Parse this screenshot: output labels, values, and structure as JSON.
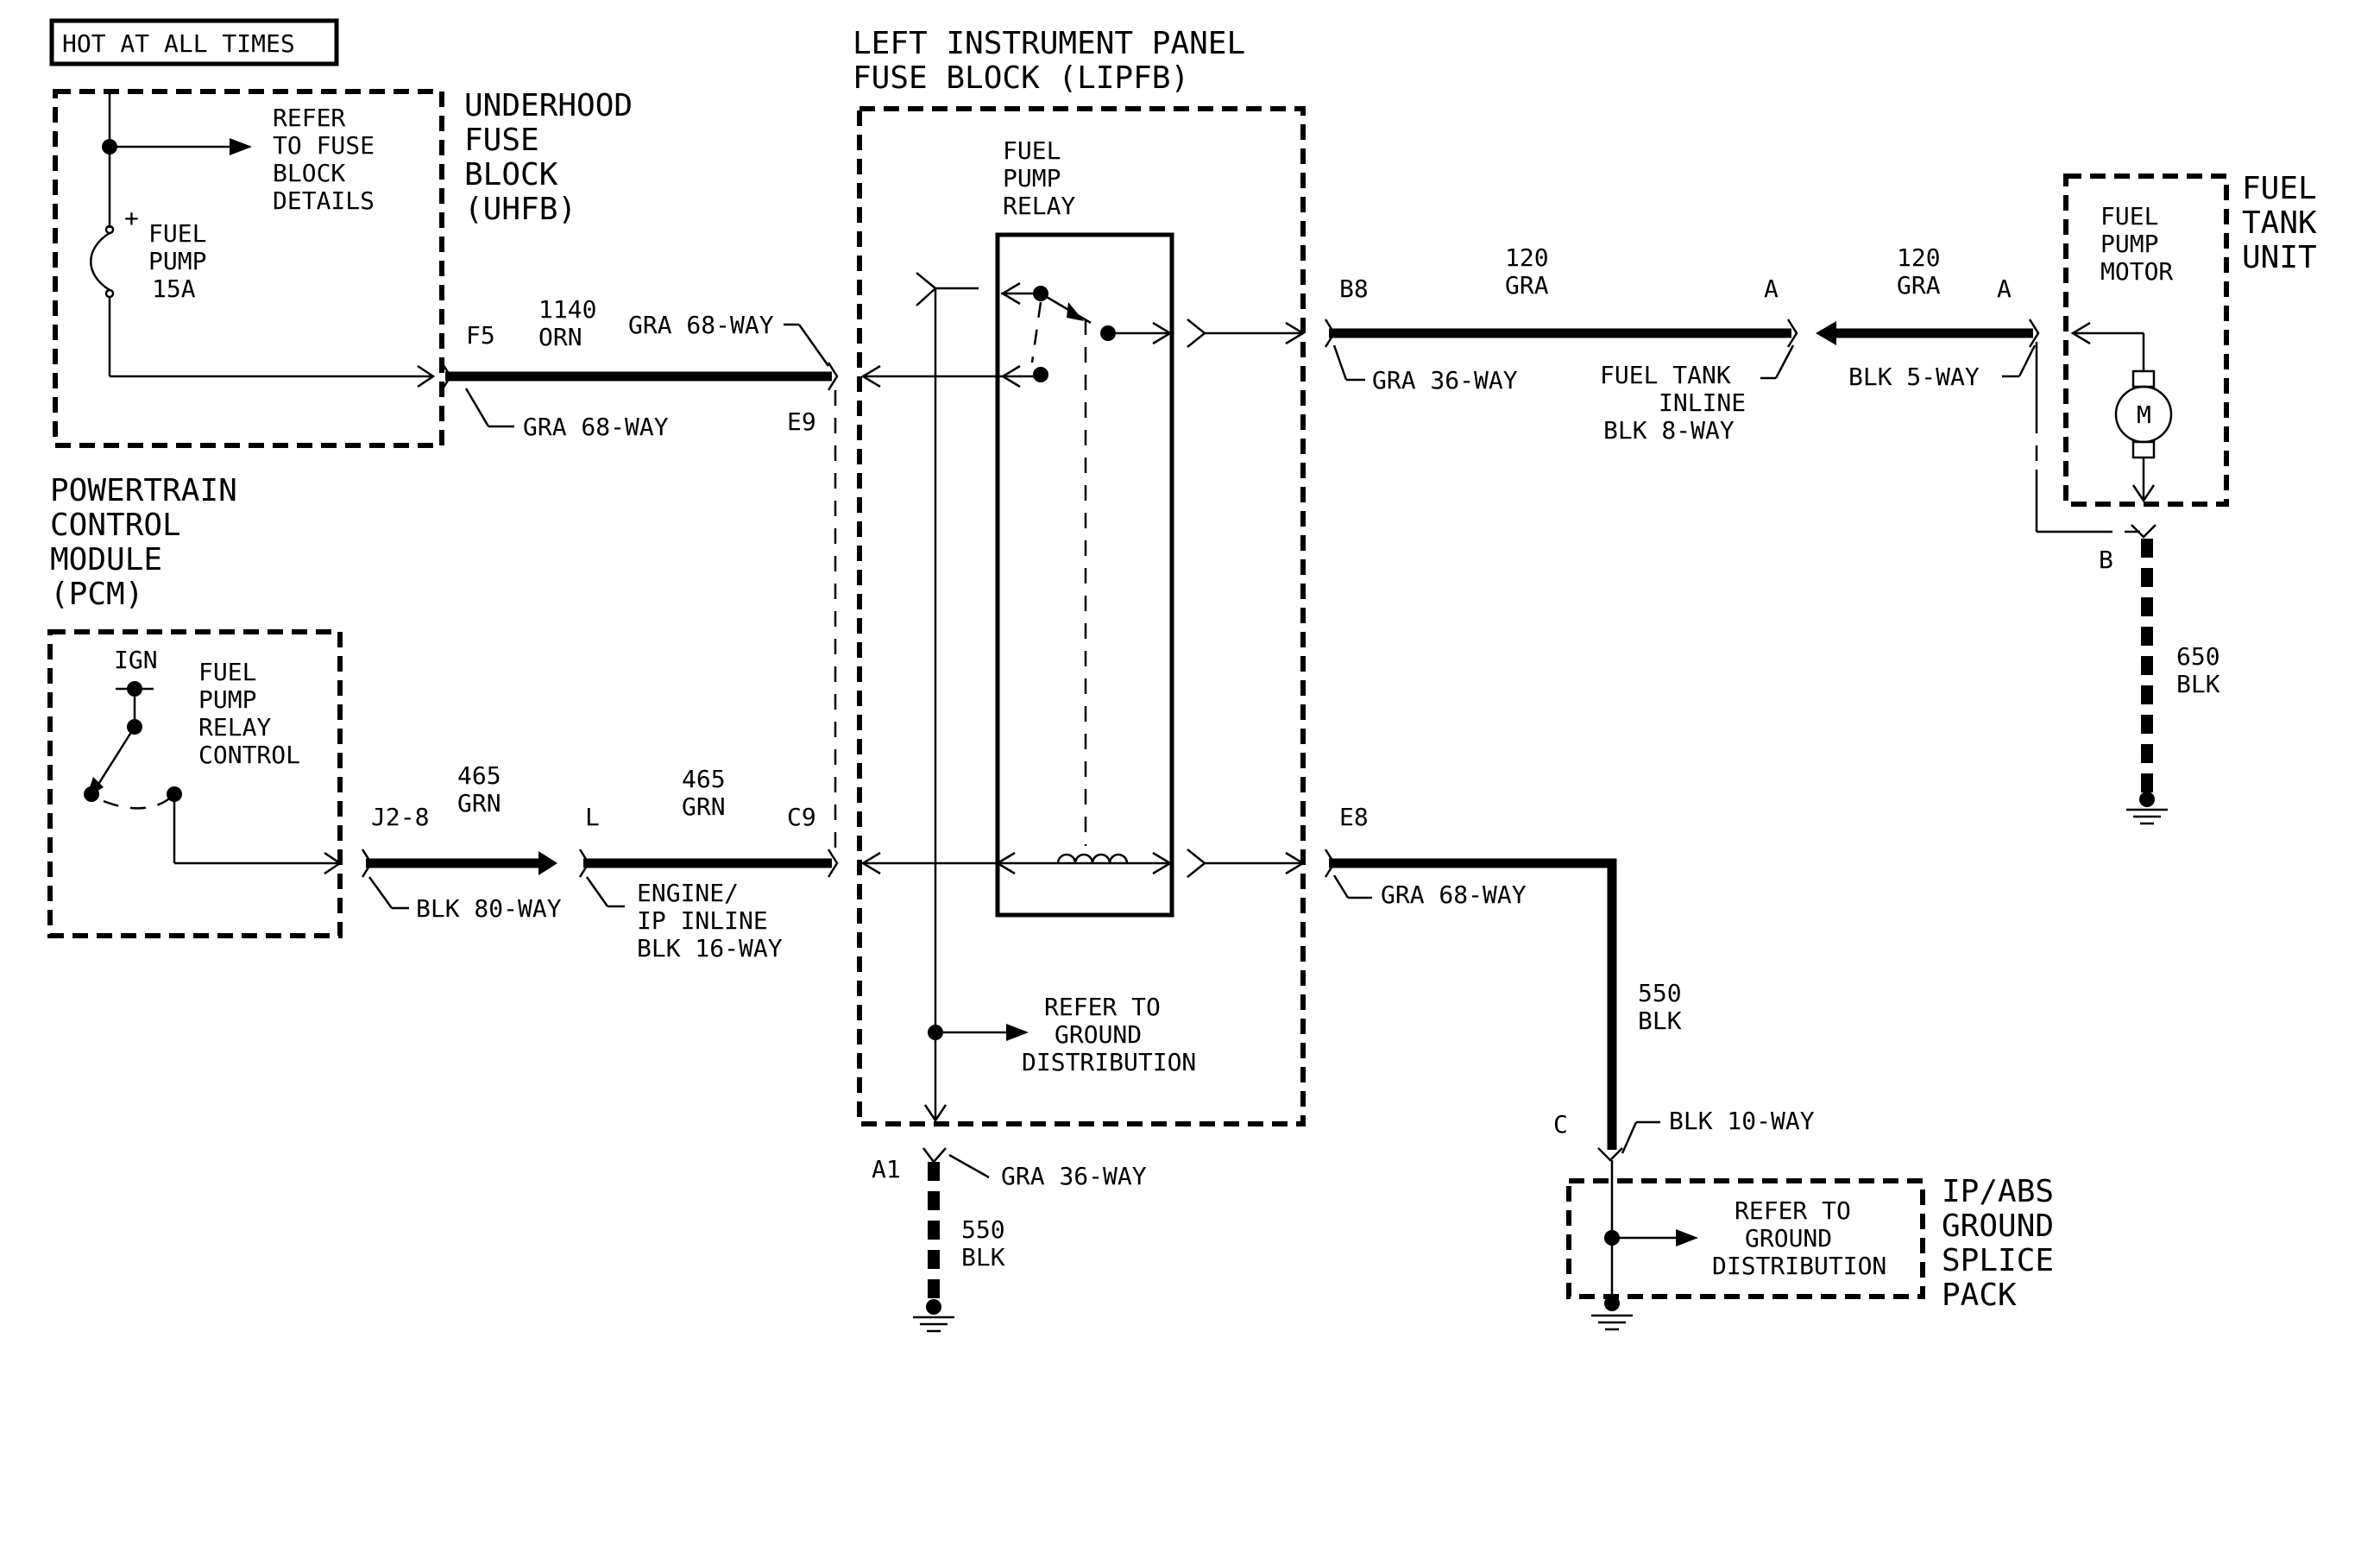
{
  "header": {
    "hot_label": "HOT AT ALL TIMES"
  },
  "uhfb": {
    "title": [
      "UNDERHOOD",
      "FUSE",
      "BLOCK",
      "(UHFB)"
    ],
    "refer": [
      "REFER",
      "TO FUSE",
      "BLOCK",
      "DETAILS"
    ],
    "fuse_plus": "+",
    "fuse": [
      "FUEL",
      "PUMP",
      "15A"
    ],
    "pin": "F5"
  },
  "lipfb": {
    "title": [
      "LEFT INSTRUMENT PANEL",
      "FUSE BLOCK (LIPFB)"
    ],
    "relay": [
      "FUEL",
      "PUMP",
      "RELAY"
    ],
    "ground_ref": [
      "REFER TO",
      "GROUND",
      "DISTRIBUTION"
    ],
    "pin_e9": "E9",
    "pin_c9": "C9",
    "pin_b8": "B8",
    "pin_e8": "E8",
    "pin_a1": "A1",
    "conn_a1": "GRA 36-WAY"
  },
  "pcm": {
    "title": [
      "POWERTRAIN",
      "CONTROL",
      "MODULE",
      "(PCM)"
    ],
    "ign": "IGN",
    "control": [
      "FUEL",
      "PUMP",
      "RELAY",
      "CONTROL"
    ],
    "pin": "J2-8",
    "conn": "BLK 80-WAY"
  },
  "wires": {
    "w1140": [
      "1140",
      "ORN"
    ],
    "w1140_conn_top": "GRA 68-WAY",
    "w1140_conn_bottom": "GRA 68-WAY",
    "w465a": [
      "465",
      "GRN"
    ],
    "w465b": [
      "465",
      "GRN"
    ],
    "inline_pin": "L",
    "inline_conn": [
      "ENGINE/",
      "IP INLINE",
      "BLK 16-WAY"
    ],
    "w120a": [
      "120",
      "GRA"
    ],
    "w120a_conn": "GRA 36-WAY",
    "fuel_tank_pin": "A",
    "fuel_tank_conn": [
      "FUEL TANK",
      "INLINE",
      "BLK 8-WAY"
    ],
    "w120b": [
      "120",
      "GRA"
    ],
    "motor_pin_a": "A",
    "motor_conn": "BLK 5-WAY",
    "motor_pin_b": "B",
    "w650": [
      "650",
      "BLK"
    ],
    "w550_main": [
      "550",
      "BLK"
    ],
    "e8_conn": "GRA 68-WAY",
    "w550_e8": [
      "550",
      "BLK"
    ],
    "splice_pin": "C",
    "splice_conn": "BLK 10-WAY"
  },
  "tank": {
    "title": [
      "FUEL",
      "TANK",
      "UNIT"
    ],
    "motor": [
      "FUEL",
      "PUMP",
      "MOTOR"
    ],
    "m": "M"
  },
  "splice": {
    "title": [
      "IP/ABS",
      "GROUND",
      "SPLICE",
      "PACK"
    ],
    "refer": [
      "REFER TO",
      "GROUND",
      "DISTRIBUTION"
    ]
  }
}
